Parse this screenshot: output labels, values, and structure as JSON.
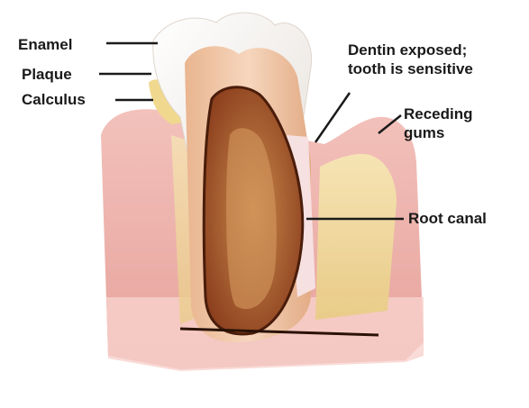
{
  "labels": {
    "enamel": "Enamel",
    "plaque": "Plaque",
    "calculus": "Calculus",
    "dentin_line1": "Dentin exposed;",
    "dentin_line2": "tooth is sensitive",
    "receding_line1": "Receding",
    "receding_line2": "gums",
    "root_canal": "Root canal"
  },
  "colors": {
    "gum": "#e8aaa3",
    "gum_shadow": "#d98d88",
    "enamel": "#f4f1ee",
    "dentin": "#efc9ae",
    "pulp": "#b5652f",
    "bone": "#f1dca0",
    "calculus": "#f0d98e",
    "leader_line": "#1a1a1a"
  }
}
